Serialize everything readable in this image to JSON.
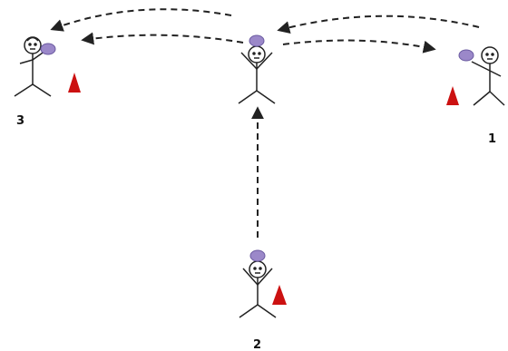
{
  "players": [
    {
      "label": "3",
      "hair": true
    },
    {
      "label": "",
      "hair": true
    },
    {
      "label": "1",
      "hair": false
    },
    {
      "label": "2",
      "hair": true
    }
  ],
  "colors": {
    "ball": "#9b88c9",
    "cone": "#cc1111",
    "line": "#222222"
  },
  "icons": [
    "stick-figure-icon",
    "ball-icon",
    "cone-icon",
    "dashed-arrow-icon"
  ]
}
